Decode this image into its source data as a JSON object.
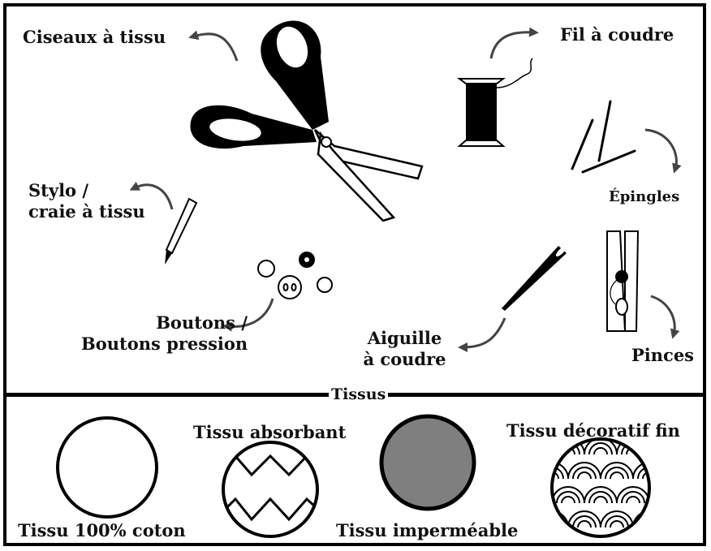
{
  "tools": {
    "scissors": "Ciseaux à tissu",
    "thread": "Fil à coudre",
    "pins": "Épingles",
    "chalk_line1": "Stylo /",
    "chalk_line2": "craie à tissu",
    "buttons_line1": "Boutons /",
    "buttons_line2": "Boutons pression",
    "needle_line1": "Aiguille",
    "needle_line2": "à coudre",
    "clips": "Pinces"
  },
  "fabrics_section": {
    "title": "Tissus",
    "cotton": "Tissu 100% coton",
    "absorbent": "Tissu absorbant",
    "waterproof": "Tissu imperméable",
    "decorative": "Tissu décoratif fin",
    "waterproof_color": "#7f7f7f"
  }
}
